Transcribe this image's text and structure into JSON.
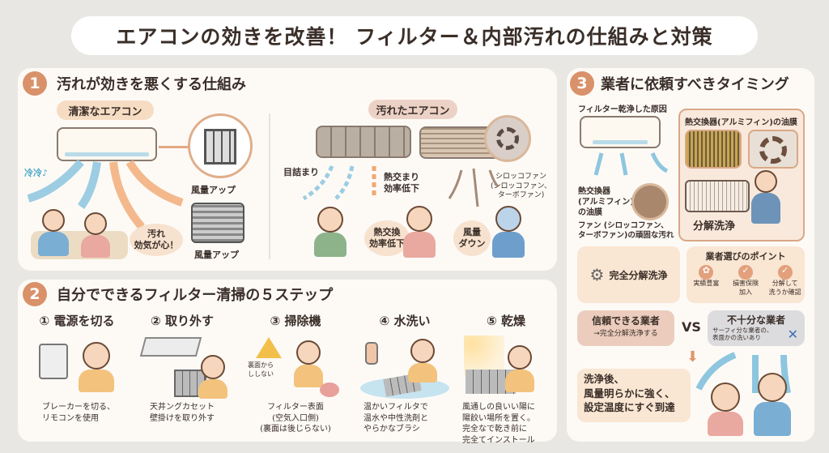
{
  "title": "エアコンの効きを改善！ フィルター＆内部汚れの仕組みと対策",
  "section1": {
    "number": "1",
    "heading": "汚れが効きを悪くする仕組み",
    "clean": {
      "label": "清潔なエアコン",
      "cool_text": "冷冷♪",
      "airflow_up_1": "風量アップ",
      "airflow_up_2": "風量アップ",
      "bubble": "汚れ\n効気が心！"
    },
    "dirty": {
      "label": "汚れたエアコン",
      "clog": "目詰まり",
      "heat_exchange": "熱交まり\n効率低下",
      "fan": "シロッコファン\n(シロッコファン、\nターボファン)",
      "bubble_efficiency": "熱交換\n効率低下",
      "bubble_airflow": "風量\nダウン"
    }
  },
  "section2": {
    "number": "2",
    "heading": "自分でできるフィルター清掃の５ステップ",
    "steps": [
      {
        "title": "① 電源を切る",
        "desc": "ブレーカーを切る、\nリモコンを使用"
      },
      {
        "title": "② 取り外す",
        "desc": "天井ングカセット\n壁掛けを取り外す"
      },
      {
        "title": "③ 掃除機",
        "desc": "フィルター表面\n(空気入口側)\n(裏面は後じらない)",
        "warning": "裏面から\nししない"
      },
      {
        "title": "④ 水洗い",
        "desc": "温かいフィルタで\n温水や中性洗剤と\nやらかなブラシ"
      },
      {
        "title": "⑤ 乾燥",
        "desc": "風通しの良いい陽に\n陽餃い場所を置く。\n完全なで乾き前に\n完全てインストール"
      }
    ]
  },
  "section3": {
    "number": "3",
    "heading": "業者に依頼すべきタイミング",
    "cause": "フィルター乾浄した原因",
    "oil_film": "熱交換器\n(アルミフィン)\nの油膜",
    "fan_dirt": "ファン (シロッコファン、\nターボファン)の頑固な汚れ",
    "callout_title": "熱交換器(アルミフィン)の油膜",
    "disassembly": "分解洗浄",
    "full_clean": "完全分解洗浄",
    "points_title": "業者選びのポイント",
    "points": [
      "実績豊富",
      "損害保険\n加入",
      "分解して\n洗うか確認"
    ],
    "good_vendor": {
      "title": "信頼できる業者",
      "desc": "→完全分解洗浄する"
    },
    "vs": "VS",
    "bad_vendor": {
      "title": "不十分な業者",
      "desc": "サーフィ分な業者の、\n表面かの洗いあり"
    },
    "result": "洗浄後、\n風量明らかに強く、\n設定温度にすぐ到達"
  },
  "colors": {
    "accent": "#d9916a",
    "cool": "#8ec6df",
    "warm": "#f0b483",
    "card": "#fdfaf6"
  }
}
